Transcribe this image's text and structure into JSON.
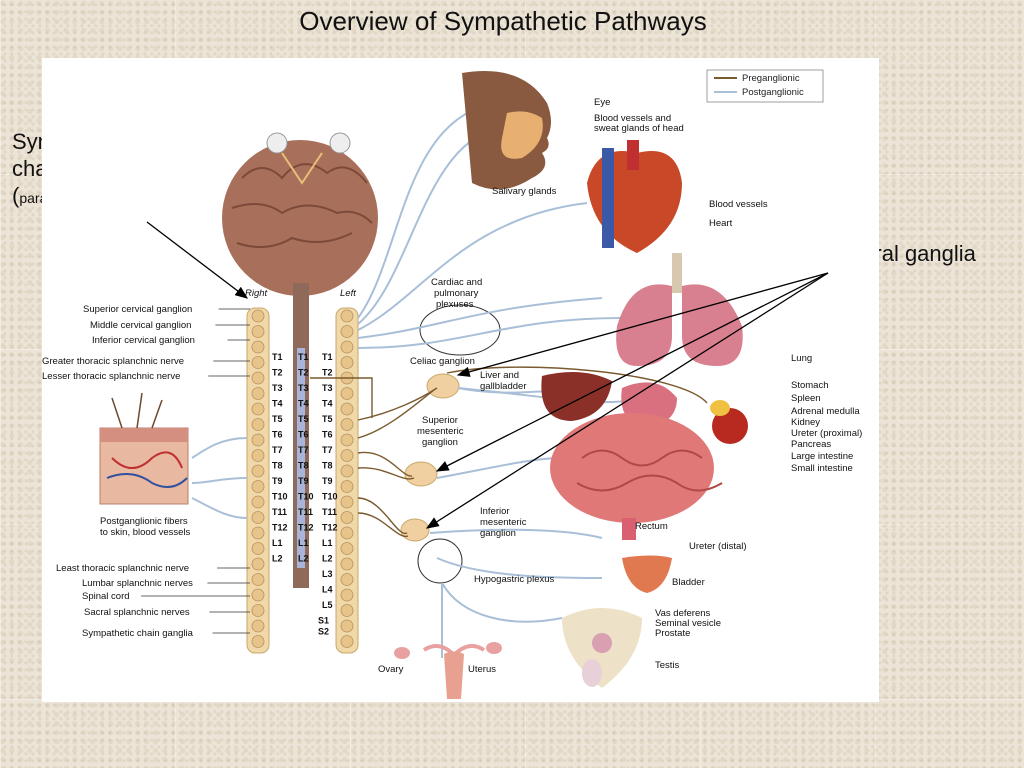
{
  "title": "Overview of Sympathetic Pathways",
  "annotations": {
    "chain_line1": "Sympathetic",
    "chain_line2": "chain/trunk",
    "chain_paren_open": "(",
    "chain_line3": "paravertebral ganglia)",
    "prevertebral": "Prevertebral ganglia"
  },
  "legend": {
    "preganglionic": "Preganglionic",
    "postganglionic": "Postganglionic",
    "preganglionic_color": "#7a5a2e",
    "postganglionic_color": "#a9bfd8"
  },
  "sides": {
    "right": "Right",
    "left": "Left"
  },
  "left_labels": [
    "Superior cervical ganglion",
    "Middle cervical ganglion",
    "Inferior cervical ganglion",
    "Greater thoracic splanchnic nerve",
    "Lesser thoracic splanchnic nerve",
    "Least thoracic splanchnic nerve",
    "Lumbar splanchnic nerves",
    "Spinal cord",
    "Sacral splanchnic nerves",
    "Sympathetic chain ganglia"
  ],
  "skin_label": {
    "line1": "Postganglionic fibers",
    "line2": "to skin, blood vessels"
  },
  "plexus_labels": {
    "cardiac_line1": "Cardiac and",
    "cardiac_line2": "pulmonary",
    "cardiac_line3": "plexuses",
    "celiac": "Celiac ganglion",
    "sup_mes_line1": "Superior",
    "sup_mes_line2": "mesenteric",
    "sup_mes_line3": "ganglion",
    "inf_mes_line1": "Inferior",
    "inf_mes_line2": "mesenteric",
    "inf_mes_line3": "ganglion",
    "hypogastric": "Hypogastric plexus",
    "liver_line1": "Liver and",
    "liver_line2": "gallbladder"
  },
  "segments": {
    "thoracic": [
      "T1",
      "T2",
      "T3",
      "T4",
      "T5",
      "T6",
      "T7",
      "T8",
      "T9",
      "T10",
      "T11",
      "T12"
    ],
    "lumbar_both": [
      "L1",
      "L2"
    ],
    "lumbar_left": [
      "L3",
      "L4",
      "L5"
    ],
    "sacral": [
      "S1",
      "S2"
    ]
  },
  "organ_labels": {
    "eye": "Eye",
    "head_vessels_line1": "Blood vessels and",
    "head_vessels_line2": "sweat glands of head",
    "salivary": "Salivary glands",
    "blood_vessels": "Blood vessels",
    "heart": "Heart",
    "lung": "Lung",
    "stomach": "Stomach",
    "spleen": "Spleen",
    "adrenal": "Adrenal medulla",
    "kidney": "Kidney",
    "ureter_prox": "Ureter (proximal)",
    "pancreas": "Pancreas",
    "large_intestine": "Large intestine",
    "small_intestine": "Small intestine",
    "rectum": "Rectum",
    "ureter_distal": "Ureter (distal)",
    "bladder": "Bladder",
    "vas_deferens": "Vas deferens",
    "seminal_vesicle": "Seminal vesicle",
    "prostate": "Prostate",
    "testis": "Testis",
    "ovary": "Ovary",
    "uterus": "Uterus"
  }
}
